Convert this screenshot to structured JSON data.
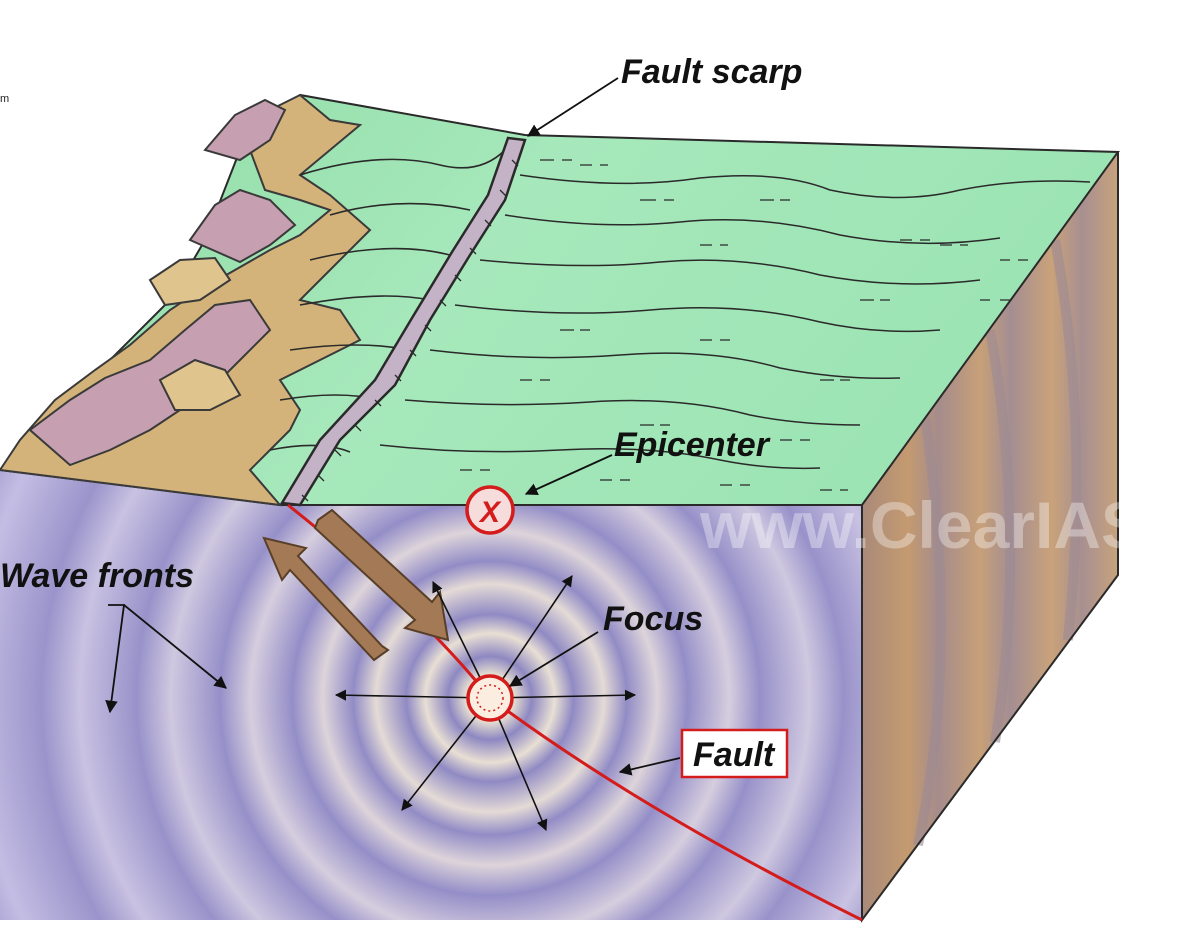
{
  "labels": {
    "fault_scarp": "Fault scarp",
    "epicenter": "Epicenter",
    "wave_fronts": "Wave fronts",
    "focus": "Focus",
    "fault": "Fault"
  },
  "markers": {
    "epicenter_symbol": "X"
  },
  "edge_text": "m",
  "watermark": "www.ClearIAS.com",
  "colors": {
    "surface_green": "#9fe3b0",
    "wave_purple": "#8f8cc4",
    "wave_light": "#f3ecd2",
    "block_side_brown": "#b9906e",
    "fault_red": "#d41c1c",
    "arrow_brown": "#a37a55"
  }
}
